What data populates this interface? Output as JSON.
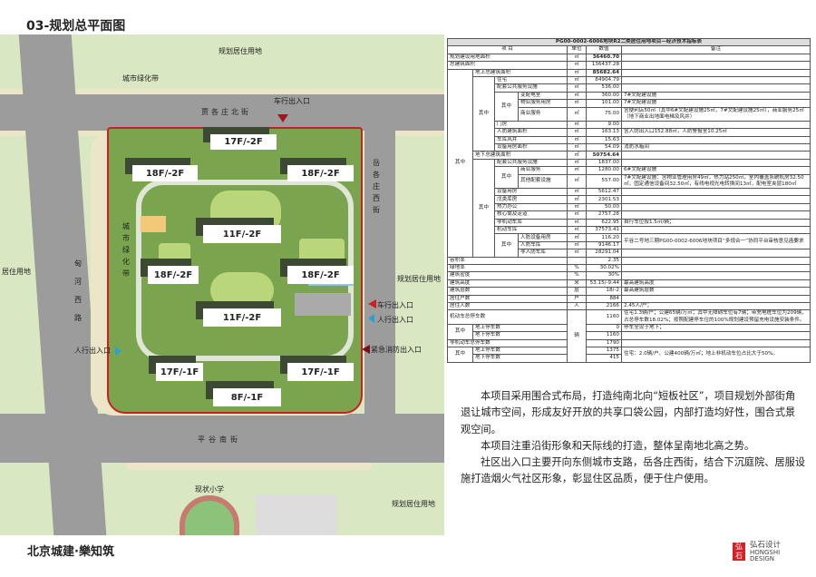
{
  "page_title": "03-规划总平面图",
  "map": {
    "labels": {
      "north_land": "规划居住用地",
      "green_belt_top": "城市绿化带",
      "north_street": "贾各庄北街",
      "north_vehicle_entry": "车行出入口",
      "east_street": "岳各庄西街",
      "west_road": "甸河西路",
      "green_belt_west": "城市绿化带",
      "west_land": "居住用地",
      "east_land": "规划居住用地",
      "west_ped_entry": "人行出入口",
      "east_vehicle_entry": "车行出入口",
      "east_ped_entry": "人行出入口",
      "fire_entry": "紧急消防出入口",
      "south_street": "平谷南街",
      "school": "现状小学",
      "se_land": "规划居住用地"
    },
    "buildings": [
      "17F/-2F",
      "18F/-2F",
      "18F/-2F",
      "11F/-2F",
      "18F/-2F",
      "18F/-2F",
      "11F/-2F",
      "17F/-1F",
      "17F/-1F",
      "8F/-1F"
    ],
    "colors": {
      "boundary": "#cc1f1f",
      "vehicle_entry": "#d31c1c",
      "ped_entry": "#2a9fd8"
    }
  },
  "table": {
    "title": "PG00-0002-6006地块R2二类居住用地项目—经济技术指标表",
    "headers": {
      "item": "项 目",
      "unit": "单位",
      "value": "数值",
      "remark": "备注"
    },
    "qz": "其中",
    "sqm": "㎡",
    "pct": "%",
    "car_unit": "辆",
    "rows": {
      "land": {
        "name": "规划建设用地面积",
        "value": "36460.70"
      },
      "gfa": {
        "name": "总建筑面积",
        "value": "136437.28"
      },
      "above": {
        "name": "地上总建筑面积",
        "value": "85682.64"
      },
      "res": {
        "name": "住宅",
        "value": "84904.79"
      },
      "pub": {
        "name": "配套公共服务设施",
        "value": "536.00"
      },
      "sub": {
        "name": "变配电室",
        "value": "360.00",
        "remark": "7#文配建设施"
      },
      "prop": {
        "name": "物业服务用房",
        "value": "101.00",
        "remark": "7#文配建设施"
      },
      "com": {
        "name": "商业服务",
        "value": "75.00",
        "remark": "含便利店50㎡（其中6#文配建设施25㎡，7#文配建设施25㎡），商业服务25㎡（地下商业出地面电梯及风井）"
      },
      "gate": {
        "name": "门房",
        "value": "9.00"
      },
      "cd": {
        "name": "人防建筑面积",
        "value": "163.13",
        "remark": "含人防出入口152.88㎡，人防警报室10.25㎡"
      },
      "shaft": {
        "name": "车库风井",
        "value": "15.63"
      },
      "equip": {
        "name": "设备用房面积",
        "value": "54.09",
        "remark": "消防水箱间"
      },
      "below": {
        "name": "地下总建筑面积",
        "value": "50754.64"
      },
      "bpub": {
        "name": "配套公共服务设施",
        "value": "1837.00"
      },
      "bcom": {
        "name": "商业服务",
        "value": "1280.00",
        "remark": "6#文配建设施"
      },
      "bother": {
        "name": "其他配套设施",
        "value": "557.00",
        "remark": "7#文配建设施：含物业管理用房49㎡，热力站250㎡，室内覆盖系统机房32.50㎡，固定通信设备间32.50㎡，有线电视光电转换间13㎡，配电室夹层180㎡"
      },
      "bequip": {
        "name": "设备用房",
        "value": "5612.47"
      },
      "store": {
        "name": "戊类库房",
        "value": "2301.53"
      },
      "heat": {
        "name": "热力办公",
        "value": "50.00"
      },
      "core": {
        "name": "核心筒及走道",
        "value": "2757.28"
      },
      "bike": {
        "name": "非机动车库",
        "value": "622.95",
        "remark": "自行车位按1.5㎡/辆；"
      },
      "garage": {
        "name": "机动车库",
        "value": "37573.41"
      },
      "cdequip": {
        "name": "人防设备用房",
        "value": "116.20",
        "remark": "平谷二号地三期PG00-0002-6006地块项目“多规合一”协同平台审核意见函要求"
      },
      "cdgar": {
        "name": "人防车库",
        "value": "9146.17"
      },
      "ncdgar": {
        "name": "非人防车库",
        "value": "28291.04"
      },
      "far": {
        "name": "容积率",
        "value": "2.35"
      },
      "green": {
        "name": "绿地率",
        "value": "30.02%"
      },
      "density": {
        "name": "建筑密度",
        "value": "30%"
      },
      "height": {
        "name": "建筑高度",
        "unit": "米",
        "value": "53.15/-9.44",
        "remark": "最高建筑高度"
      },
      "floors": {
        "name": "建筑层数",
        "unit": "层",
        "value": "18/-2",
        "remark": "最高建筑层数"
      },
      "hh": {
        "name": "居住户数",
        "unit": "户",
        "value": "884"
      },
      "pop": {
        "name": "居住人数",
        "unit": "人",
        "value": "2166",
        "remark": "2.45人/户；"
      },
      "car": {
        "name": "机动车总停车数",
        "value": "1160",
        "remark": "住宅1.3辆/户；公建65辆/万㎡；其中无障碍车位有7辆；带充电桩车位为209辆，占总停车数18.02%；按照配建停车位的100%规划建设预留充电设施安装条件。"
      },
      "carup": {
        "name": "地上停车数",
        "value": "0",
        "remark": "停车全设于地下；"
      },
      "cardown": {
        "name": "地下停车数",
        "value": "1160"
      },
      "nm": {
        "name": "非机动车总停车数",
        "value": "1790"
      },
      "nmup": {
        "name": "地上停车数",
        "value": "1375",
        "remark": "住宅：2.0辆/户、公建400辆/万㎡；地上非机动车位占比大于50%。"
      },
      "nmdown": {
        "name": "地下停车数",
        "value": "415"
      }
    }
  },
  "description": [
    "本项目采用围合式布局，打造纯南北向“短板社区”，项目规划外部街角退让城市空间，形成友好开放的共享口袋公园，内部打造均好性，围合式景观空间。",
    "本项目注重沿街形象和天际线的打造，整体呈南地北高之势。",
    "社区出入口主要开向东侧城市支路，岳各庄西街，结合下沉庭院、居服设施打造烟火气社区形象，彰显住区品质，便于住户使用。"
  ],
  "footer": {
    "brand": "北京城建·樂知筑",
    "logo_cn": "弘石设计",
    "logo_en1": "HONGSHI",
    "logo_en2": "DESIGN"
  }
}
